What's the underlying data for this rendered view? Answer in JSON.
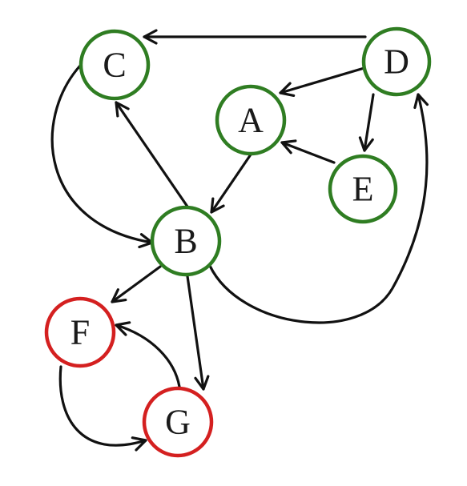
{
  "colors": {
    "default_node": "#2f7d22",
    "highlight_node": "#d42020",
    "edge": "#111111",
    "background": "#ffffff"
  },
  "nodes": [
    {
      "id": "C",
      "label": "C",
      "color": "default_node"
    },
    {
      "id": "D",
      "label": "D",
      "color": "default_node"
    },
    {
      "id": "A",
      "label": "A",
      "color": "default_node"
    },
    {
      "id": "E",
      "label": "E",
      "color": "default_node"
    },
    {
      "id": "B",
      "label": "B",
      "color": "default_node"
    },
    {
      "id": "F",
      "label": "F",
      "color": "highlight_node"
    },
    {
      "id": "G",
      "label": "G",
      "color": "highlight_node"
    }
  ],
  "edges": [
    {
      "from": "D",
      "to": "C"
    },
    {
      "from": "D",
      "to": "A"
    },
    {
      "from": "D",
      "to": "E"
    },
    {
      "from": "E",
      "to": "A"
    },
    {
      "from": "A",
      "to": "B"
    },
    {
      "from": "B",
      "to": "C"
    },
    {
      "from": "C",
      "to": "B"
    },
    {
      "from": "B",
      "to": "D"
    },
    {
      "from": "B",
      "to": "F"
    },
    {
      "from": "B",
      "to": "G"
    },
    {
      "from": "G",
      "to": "F"
    },
    {
      "from": "F",
      "to": "G"
    }
  ]
}
